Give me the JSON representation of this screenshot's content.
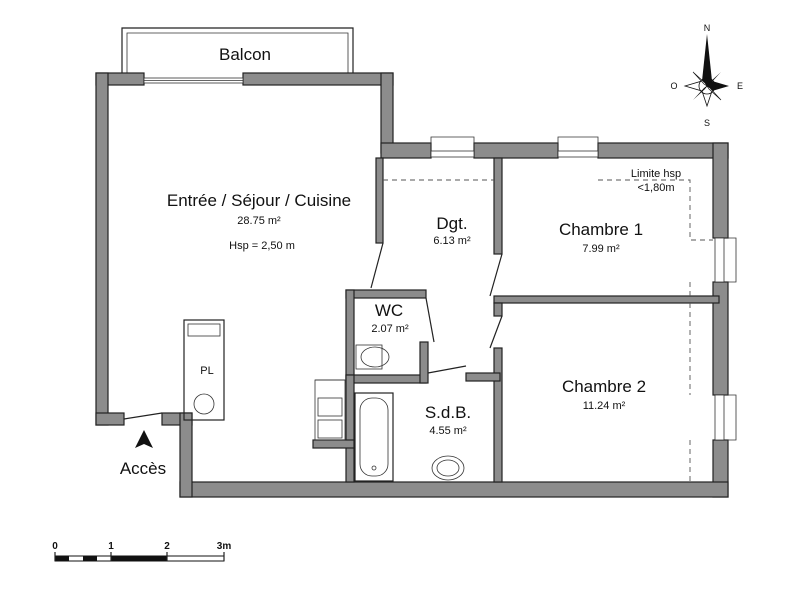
{
  "rooms": {
    "balcon": {
      "name": "Balcon"
    },
    "sejour": {
      "name": "Entrée / Séjour / Cuisine",
      "area": "28.75 m²",
      "height": "Hsp =  2,50 m"
    },
    "dgt": {
      "name": "Dgt.",
      "area": "6.13 m²"
    },
    "chambre1": {
      "name": "Chambre 1",
      "area": "7.99 m²"
    },
    "wc": {
      "name": "WC",
      "area": "2.07 m²"
    },
    "sdb": {
      "name": "S.d.B.",
      "area": "4.55 m²"
    },
    "chambre2": {
      "name": "Chambre 2",
      "area": "11.24 m²"
    },
    "pl": {
      "name": "PL"
    }
  },
  "limite_hsp": {
    "line1": "Limite hsp",
    "line2": "<1,80m"
  },
  "entrance": {
    "label": "Accès"
  },
  "compass": {
    "n": "N",
    "s": "S",
    "e": "E",
    "o": "O"
  },
  "scale": {
    "labels": [
      "0",
      "1",
      "2",
      "3m"
    ]
  }
}
